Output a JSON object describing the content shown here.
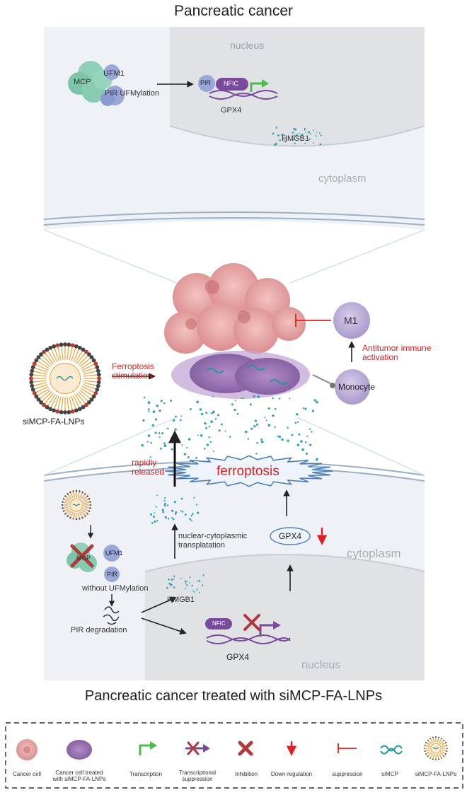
{
  "top": {
    "title": "Pancreatic cancer",
    "nucleus": "nucleus",
    "cytoplasm": "cytoplasm",
    "mcp": "MCP",
    "ufm1": "UFM1",
    "pir_ufmylation": "PIR UFMylation",
    "pir": "PIR",
    "nfic": "NFIC",
    "gpx4": "GPX4",
    "hmgb1": "HMGB1"
  },
  "middle": {
    "lnp_label": "siMCP-FA-LNPs",
    "ferroptosis_stimulation": "Ferroptosis\nstimulation",
    "m1": "M1",
    "antitumor": "Antitumor immune\nactivation",
    "monocyte": "Monocyte",
    "rapidly_released": "rapidly\nreleased",
    "ferroptosis": "ferroptosis"
  },
  "bottom": {
    "title": "Pancreatic cancer treated with siMCP-FA-LNPs",
    "cytoplasm": "cytoplasm",
    "nucleus": "nucleus",
    "mcp": "MCP",
    "ufm1": "UFM1",
    "pir": "PIR",
    "without_ufmylation": "without UFMylation",
    "pir_degradation": "PIR degradation",
    "hmgb1": "HMGB1",
    "nuclear_cytoplasmic": "nuclear-cytoplasmic\ntransplatation",
    "gpx4_down": "GPX4",
    "nfic": "NFIC",
    "gpx4": "GPX4"
  },
  "legend": {
    "items": [
      {
        "label": "Cancer cell"
      },
      {
        "label": "Cancer cell treated\nwith siMCP-FA-LNPs"
      },
      {
        "label": "Transcription"
      },
      {
        "label": "Transcriptional\nsuppression"
      },
      {
        "label": "Inhibition"
      },
      {
        "label": "Down-regulation"
      },
      {
        "label": "suppression"
      },
      {
        "label": "siMCP"
      },
      {
        "label": "siMCP-FA-LNPs"
      }
    ]
  },
  "colors": {
    "red": "#e02020",
    "purple": "#7a4a9a",
    "green": "#4cbb4c",
    "teal": "#3aa0b0",
    "cancer_pink": "#e9a6a6",
    "panel_grey": "#eef1f5",
    "nucleus_grey": "#e0e2e6"
  }
}
